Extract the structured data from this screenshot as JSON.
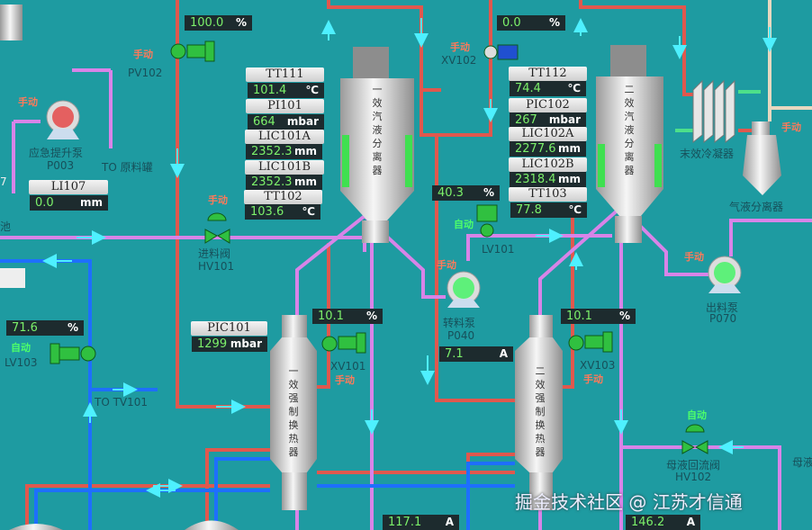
{
  "colors": {
    "background": "#1e9ba1",
    "steam_pipe": "#e0584e",
    "liquid_pipe": "#d884e8",
    "water_pipe": "#1e6fff",
    "flow_arrow": "#4ef0ff",
    "value_text": "#7cf06a",
    "manual": "#ff7a5a",
    "auto": "#4dff6a"
  },
  "modes": {
    "manual": "手动",
    "auto": "自动"
  },
  "valves": {
    "pv102": {
      "name": "PV102",
      "value": "100.0",
      "unit": "%"
    },
    "xv102": {
      "name": "XV102",
      "value": "0.0",
      "unit": "%"
    },
    "lv101": {
      "name": "LV101",
      "value": "40.3",
      "unit": "%"
    },
    "lv103": {
      "name": "LV103",
      "value": "71.6",
      "unit": "%"
    },
    "xv101": {
      "name": "XV101",
      "value": "10.1",
      "unit": "%"
    },
    "xv103": {
      "name": "XV103",
      "value": "10.1",
      "unit": "%"
    },
    "hv101": {
      "name": "HV101",
      "label": "进料阀"
    },
    "hv102": {
      "name": "HV102",
      "label": "母液回流阀"
    }
  },
  "instruments1": [
    {
      "tag": "TT111",
      "value": "101.4",
      "unit": "℃"
    },
    {
      "tag": "PI101",
      "value": "664",
      "unit": "mbar"
    },
    {
      "tag": "LIC101A",
      "value": "2352.3",
      "unit": "mm"
    },
    {
      "tag": "LIC101B",
      "value": "2352.3",
      "unit": "mm"
    },
    {
      "tag": "TT102",
      "value": "103.6",
      "unit": "℃"
    }
  ],
  "instruments2": [
    {
      "tag": "TT112",
      "value": "74.4",
      "unit": "℃"
    },
    {
      "tag": "PIC102",
      "value": "267",
      "unit": "mbar"
    },
    {
      "tag": "LIC102A",
      "value": "2277.6",
      "unit": "mm"
    },
    {
      "tag": "LIC102B",
      "value": "2318.4",
      "unit": "mm"
    },
    {
      "tag": "TT103",
      "value": "77.8",
      "unit": "℃"
    }
  ],
  "li107": {
    "tag": "LI107",
    "value": "0.0",
    "unit": "mm"
  },
  "pic101": {
    "tag": "PIC101",
    "value": "1299",
    "unit": "mbar"
  },
  "pumps": {
    "p003": {
      "label": "应急提升泵",
      "name": "P003"
    },
    "p040": {
      "label": "转料泵",
      "name": "P040",
      "current": "7.1",
      "unit": "A"
    },
    "p070": {
      "label": "出料泵",
      "name": "P070"
    }
  },
  "equipment": {
    "sep1": "一效汽液分离器",
    "sep2": "二效汽液分离器",
    "hx1": "一效强制换热器",
    "hx2": "二效强制换热器",
    "condenser": "末效冷凝器",
    "gas_sep": "气液分离器"
  },
  "destinations": {
    "to_tank": "TO 原料罐",
    "to_tv101": "TO TV101",
    "mother": "母液",
    "pool": "池",
    "seven": "7"
  },
  "currents": [
    {
      "value": "117.1",
      "unit": "A"
    },
    {
      "value": "146.2",
      "unit": "A"
    }
  ],
  "watermark": "掘金技术社区 @ 江苏才信通"
}
